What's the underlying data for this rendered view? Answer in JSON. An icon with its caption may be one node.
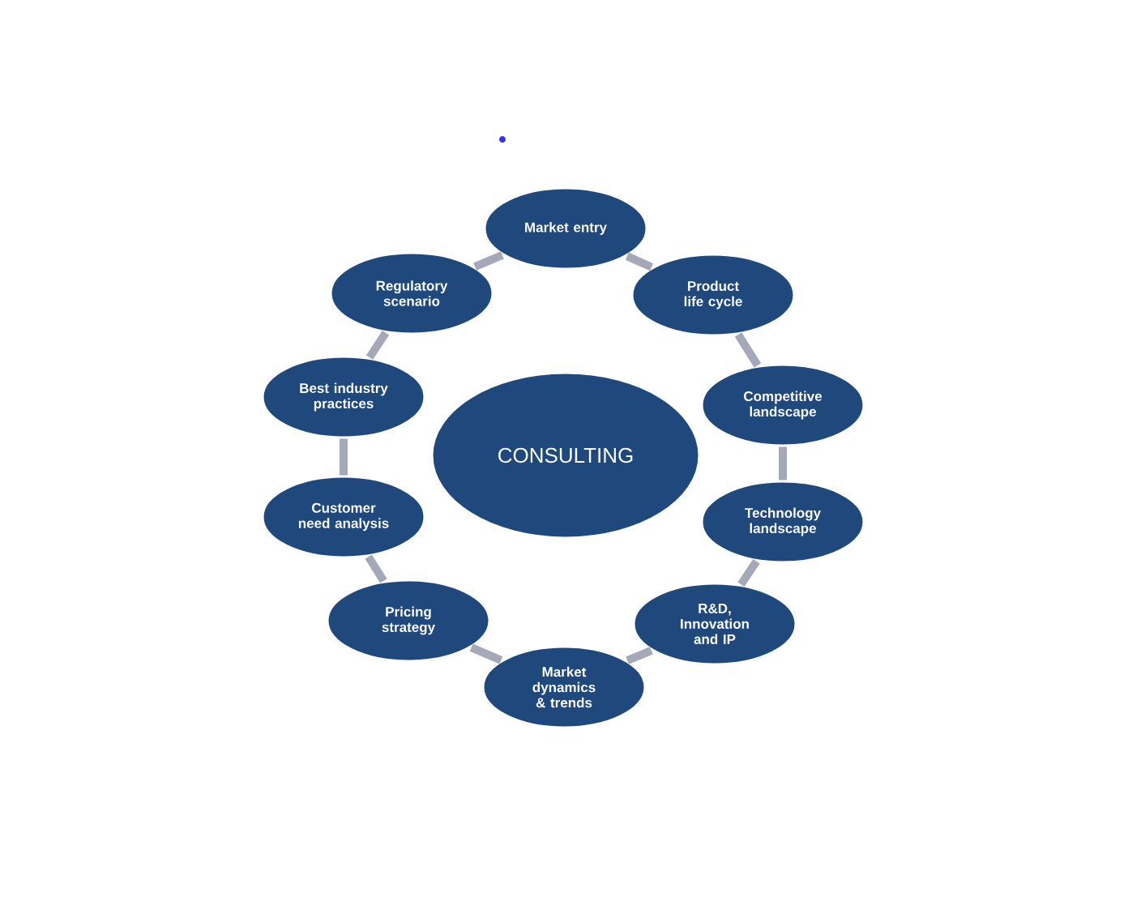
{
  "diagram": {
    "nodes": [
      {
        "text": [
          "CONSULTING"
        ]
      },
      {
        "text": [
          "Market entry"
        ]
      },
      {
        "text": [
          "Product life cycle"
        ]
      },
      {
        "text": [
          "Competitive landscape"
        ]
      },
      {
        "text": [
          "Technology landscape"
        ]
      },
      {
        "text": [
          "R&D, Innovation and IP"
        ]
      },
      {
        "text": [
          "Market dynamics & trends"
        ]
      },
      {
        "text": [
          "Pricing strategy"
        ]
      },
      {
        "text": [
          "Customer need analysis"
        ]
      },
      {
        "text": [
          "Best industry practices"
        ]
      },
      {
        "text": [
          "Regulatory scenario"
        ]
      }
    ],
    "edges": [
      {
        "from": 1,
        "to": 2,
        "arrow": "none"
      },
      {
        "from": 2,
        "to": 3,
        "arrow": "none"
      },
      {
        "from": 3,
        "to": 4,
        "arrow": "none"
      },
      {
        "from": 4,
        "to": 5,
        "arrow": "none"
      },
      {
        "from": 5,
        "to": 6,
        "arrow": "none"
      },
      {
        "from": 6,
        "to": 7,
        "arrow": "none"
      },
      {
        "from": 7,
        "to": 8,
        "arrow": "none"
      },
      {
        "from": 8,
        "to": 9,
        "arrow": "none"
      },
      {
        "from": 9,
        "to": 10,
        "arrow": "none"
      },
      {
        "from": 10,
        "to": 1,
        "arrow": "none"
      }
    ]
  }
}
